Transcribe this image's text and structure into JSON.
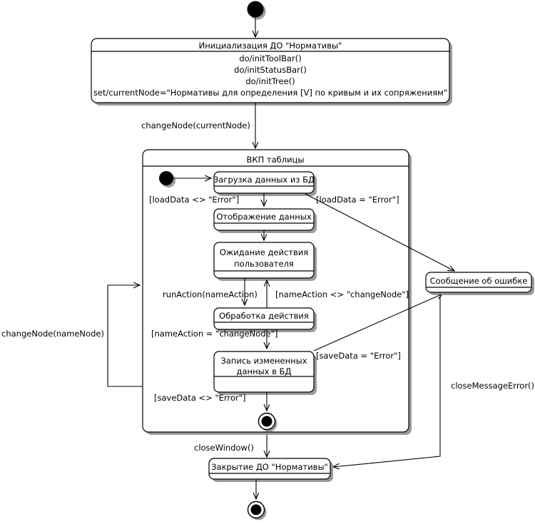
{
  "diagram": {
    "kind": "uml-state-machine-diagram",
    "language": "ru",
    "colors": {
      "stroke": "#000000",
      "fill": "#ffffff",
      "shadow": "#9a9a9a"
    }
  },
  "states": {
    "init": {
      "title": "Инициализация ДО \"Нормативы\"",
      "actions": [
        "do/initToolBar()",
        "do/initStatusBar()",
        "do/initTree()",
        "set/currentNode=\"Нормативы для определения [V] по кривым и их сопряжениям\""
      ]
    },
    "composite": {
      "title": "ВКП таблицы"
    },
    "load_data": {
      "title": "Загрузка данных из БД"
    },
    "show_data": {
      "title": "Отображение данных"
    },
    "wait_user": {
      "title_line1": "Ожидание действия",
      "title_line2": "пользователя"
    },
    "process_action": {
      "title": "Обработка действия"
    },
    "save_data": {
      "title_line1": "Запись измененных",
      "title_line2": "данных в БД"
    },
    "error_message": {
      "title": "Сообщение об ошибке"
    },
    "close": {
      "title": "Закрытие ДО \"Нормативы\""
    }
  },
  "transitions": {
    "change_node_current": "changeNode(currentNode)",
    "load_ok": "[loadData <> \"Error\"]",
    "load_error": "[loadData = \"Error\"]",
    "run_action": "runAction(nameAction)",
    "name_action_not_change": "[nameAction <> \"changeNode\"]",
    "name_action_change": "[nameAction = \"changeNode\"]",
    "save_error": "[saveData = \"Error\"]",
    "save_ok": "[saveData <> \"Error\"]",
    "change_node_name": "changeNode(nameNode)",
    "close_message_error": "closeMessageError()",
    "close_window": "closeWindow()"
  }
}
